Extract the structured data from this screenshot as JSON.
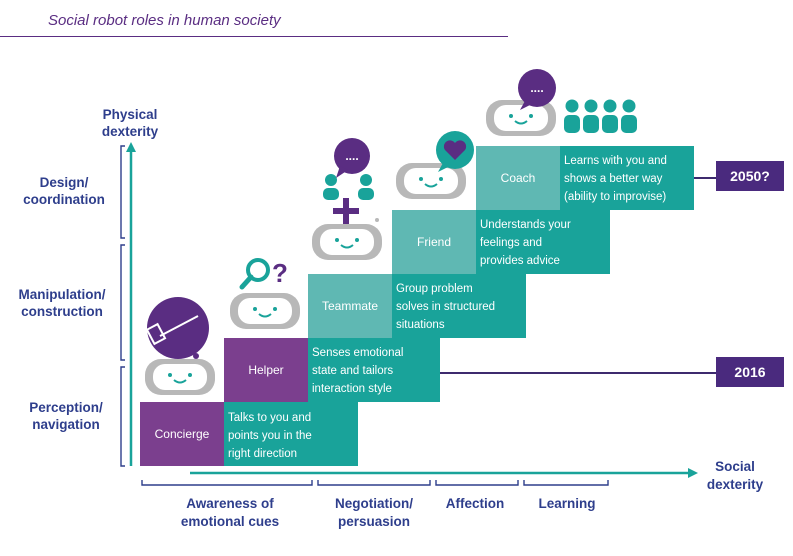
{
  "title": "Social robot roles in human society",
  "y_axis": {
    "title": [
      "Physical",
      "dexterity"
    ],
    "levels": [
      {
        "line1": "Design/",
        "line2": "coordination"
      },
      {
        "line1": "Manipulation/",
        "line2": "construction"
      },
      {
        "line1": "Perception/",
        "line2": "navigation"
      }
    ]
  },
  "x_axis": {
    "title": [
      "Social",
      "dexterity"
    ],
    "levels": [
      {
        "line1": "Awareness of",
        "line2": "emotional cues"
      },
      {
        "line1": "Negotiation/",
        "line2": "persuasion"
      },
      {
        "line1": "Affection",
        "line2": ""
      },
      {
        "line1": "Learning",
        "line2": ""
      }
    ]
  },
  "roles": [
    {
      "name": "Concierge",
      "description": [
        "Talks to you and",
        "points you  in the",
        "right  direction"
      ]
    },
    {
      "name": "Helper",
      "description": [
        "Senses emotional",
        "state and tailors",
        "interaction style"
      ]
    },
    {
      "name": "Teammate",
      "description": [
        "Group problem",
        "solves in structured",
        "situations"
      ]
    },
    {
      "name": "Friend",
      "description": [
        "Understands your",
        "feelings  and",
        "provides advice"
      ]
    },
    {
      "name": "Coach",
      "description": [
        "Learns with you and",
        "shows a better way",
        "(ability to improvise)"
      ]
    }
  ],
  "years": {
    "future": "2050?",
    "current": "2016"
  },
  "icons": {
    "speech_dots": "....",
    "question_mark": "?"
  },
  "colors": {
    "purple": "#7b3f8e",
    "teal": "#19a39a",
    "teal_light": "#5fb8b3",
    "navy": "#4a2a7e",
    "label_blue": "#2e3e8c"
  }
}
